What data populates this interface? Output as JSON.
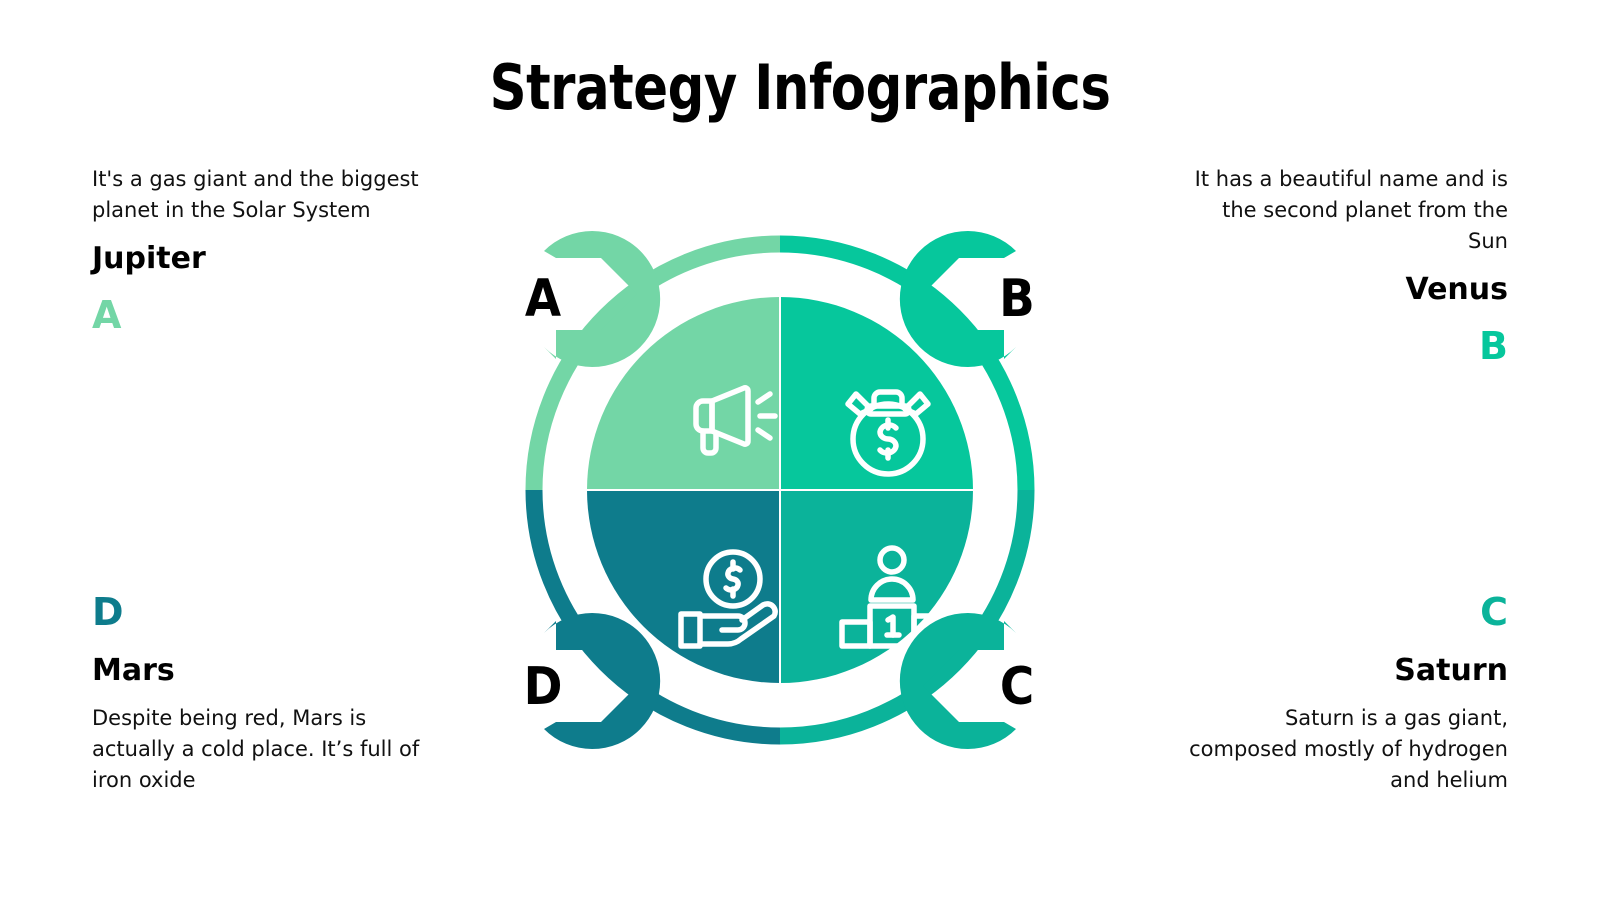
{
  "title": "Strategy Infographics",
  "colors": {
    "a": "#73D6A6",
    "b": "#06C79C",
    "c": "#0BB39A",
    "d": "#0E7C8C",
    "text": "#111111",
    "heading": "#000000",
    "background": "#FFFFFF"
  },
  "blocks": {
    "a": {
      "letter": "A",
      "name": "Jupiter",
      "description": "It's a gas giant and the biggest planet in the Solar System",
      "color": "#73D6A6",
      "position": "top-left"
    },
    "b": {
      "letter": "B",
      "name": "Venus",
      "description": "It has a beautiful name and is the second planet from the Sun",
      "color": "#06C79C",
      "position": "top-right"
    },
    "c": {
      "letter": "C",
      "name": "Saturn",
      "description": "Saturn is a gas giant, composed mostly of hydrogen and helium",
      "color": "#0BB39A",
      "position": "bottom-right"
    },
    "d": {
      "letter": "D",
      "name": "Mars",
      "description": "Despite being red, Mars is actually a cold place. It’s full of iron oxide",
      "color": "#0E7C8C",
      "position": "bottom-left"
    }
  },
  "diagram": {
    "pins": [
      {
        "label": "A",
        "color": "#73D6A6",
        "corner": "top-left"
      },
      {
        "label": "B",
        "color": "#06C79C",
        "corner": "top-right"
      },
      {
        "label": "C",
        "color": "#0BB39A",
        "corner": "bottom-right"
      },
      {
        "label": "D",
        "color": "#0E7C8C",
        "corner": "bottom-left"
      }
    ],
    "quadrants": [
      {
        "key": "a",
        "icon": "megaphone-icon",
        "color": "#73D6A6",
        "position": "top-left"
      },
      {
        "key": "b",
        "icon": "money-bag-icon",
        "color": "#06C79C",
        "position": "top-right"
      },
      {
        "key": "c",
        "icon": "podium-winner-icon",
        "color": "#0BB39A",
        "position": "bottom-right"
      },
      {
        "key": "d",
        "icon": "hand-coin-icon",
        "color": "#0E7C8C",
        "position": "bottom-left"
      }
    ],
    "ring_arcs": [
      {
        "key": "a",
        "color": "#73D6A6",
        "from_deg": 270,
        "to_deg": 360
      },
      {
        "key": "b",
        "color": "#06C79C",
        "from_deg": 0,
        "to_deg": 90
      },
      {
        "key": "c",
        "color": "#0BB39A",
        "from_deg": 90,
        "to_deg": 180
      },
      {
        "key": "d",
        "color": "#0E7C8C",
        "from_deg": 180,
        "to_deg": 270
      }
    ]
  }
}
